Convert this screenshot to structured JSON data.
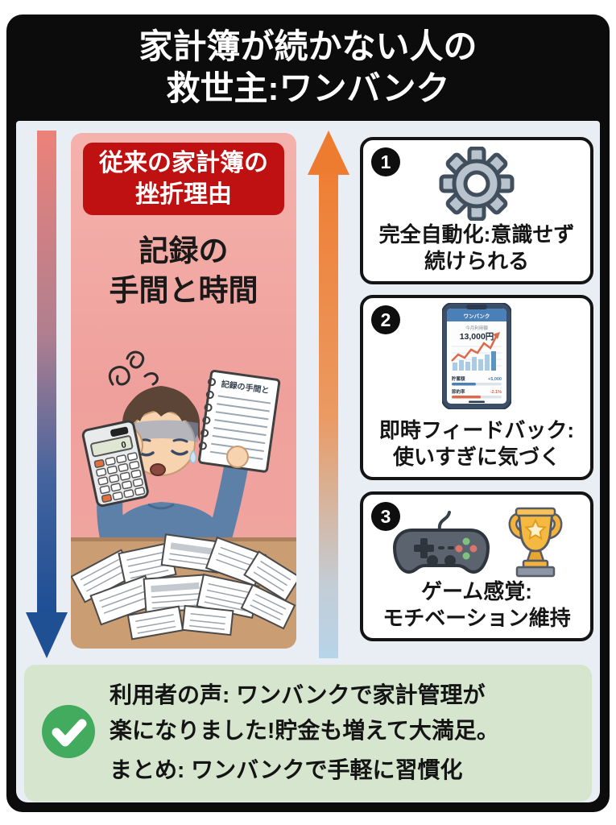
{
  "header": {
    "title_line1": "家計簿が続かない人の",
    "title_line2": "救世主:ワンバンク"
  },
  "left_panel": {
    "badge_line1": "従来の家計簿の",
    "badge_line2": "挫折理由",
    "label_line1": "記録の",
    "label_line2": "手間と時間",
    "notebook_text": "記録の手間と"
  },
  "cards": [
    {
      "number": "1",
      "icon": "gear-icon",
      "line1": "完全自動化:意識せず",
      "line2": "続けられる"
    },
    {
      "number": "2",
      "icon": "phone-chart-icon",
      "line1": "即時フィードバック:",
      "line2": "使いすぎに気づく"
    },
    {
      "number": "3",
      "icon": "game-controller-icon trophy-icon",
      "line1": "ゲーム感覚:",
      "line2": "モチベーション維持"
    }
  ],
  "phone": {
    "app_title": "ワンバンク",
    "amount_label": "今月利用額",
    "amount": "13,000円",
    "row1_label": "貯蓄額",
    "row1_value": "+5,000",
    "row2_label": "節約率",
    "row2_value": "-2.1%"
  },
  "footer": {
    "icon": "check-icon",
    "line1": "利用者の声: ワンバンクで家計管理が",
    "line2": "楽になりました!貯金も増えて大満足。",
    "line3": "まとめ: ワンバンクで手軽に習慣化"
  },
  "colors": {
    "frame_black": "#0c0c0c",
    "content_bg": "#e9eef4",
    "pink_panel": "#f1a7a1",
    "red_badge": "#bf1111",
    "arrow_down_top": "#ec8279",
    "arrow_down_bottom": "#1d4e94",
    "arrow_up_top": "#ef7e33",
    "arrow_up_bottom": "#b7d4e9",
    "footer_green": "#d5e5ce",
    "check_green": "#42ab5e",
    "sweater_blue": "#5d80a8",
    "table_tan": "#cb9d72",
    "trophy_gold": "#f5b840"
  }
}
